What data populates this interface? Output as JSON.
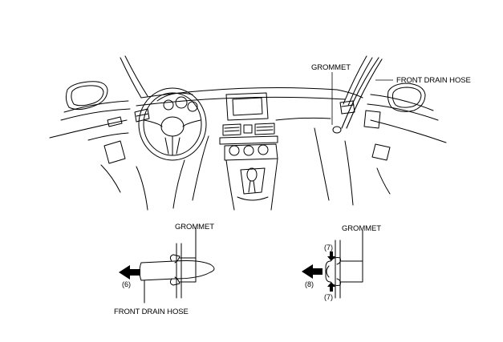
{
  "diagram": {
    "top_view": {
      "grommet_label": "GROMMET",
      "front_drain_hose_label": "FRONT DRAIN HOSE"
    },
    "detail_left": {
      "grommet_label": "GROMMET",
      "front_drain_hose_label": "FRONT DRAIN HOSE",
      "step_label": "(6)"
    },
    "detail_right": {
      "grommet_label": "GROMMET",
      "step_label": "(8)",
      "press_label_top": "(7)",
      "press_label_bottom": "(7)"
    }
  }
}
